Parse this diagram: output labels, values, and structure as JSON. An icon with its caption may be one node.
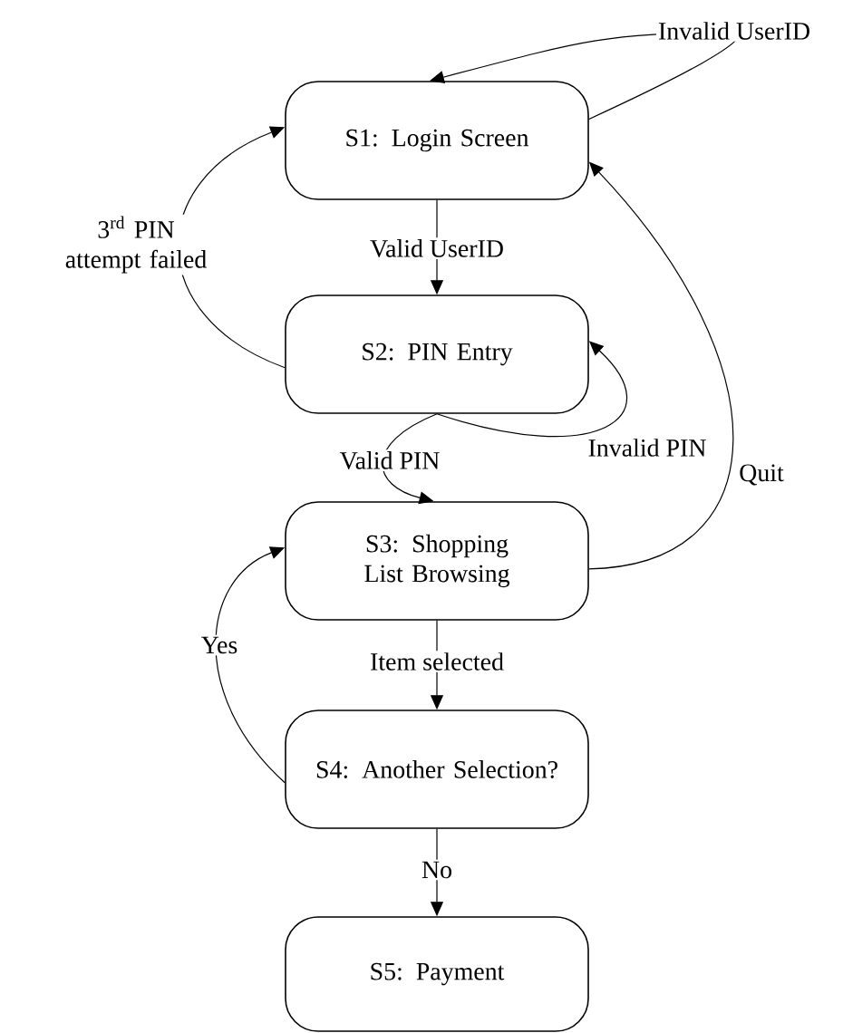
{
  "diagram": {
    "nodes": [
      {
        "text": [
          "S1: Login Screen"
        ]
      },
      {
        "text": [
          "S2: PIN Entry"
        ]
      },
      {
        "text": [
          "S3: Shopping List Browsing"
        ]
      },
      {
        "text": [
          "S4: Another Selection?"
        ]
      },
      {
        "text": [
          "S5: Payment"
        ]
      }
    ],
    "edges": [
      {
        "from": 0,
        "to": 1,
        "arrow": "to",
        "label": "Valid UserID"
      },
      {
        "from": 1,
        "to": 0,
        "arrow": "to",
        "label": "3$^{rd}$ PIN attempt failed"
      },
      {
        "from": 0,
        "to": 0,
        "arrow": "to",
        "label": "Invalid UserID"
      },
      {
        "from": 1,
        "to": 1,
        "arrow": "to",
        "label": "Invalid PIN"
      },
      {
        "from": 1,
        "to": 2,
        "arrow": "to",
        "label": "Valid PIN"
      },
      {
        "from": 2,
        "to": 0,
        "arrow": "to",
        "label": "Quit"
      },
      {
        "from": 2,
        "to": 3,
        "arrow": "to",
        "label": "Item selected"
      },
      {
        "from": 3,
        "to": 2,
        "arrow": "to",
        "label": "Yes"
      },
      {
        "from": 3,
        "to": 4,
        "arrow": "to",
        "label": "No"
      }
    ]
  }
}
